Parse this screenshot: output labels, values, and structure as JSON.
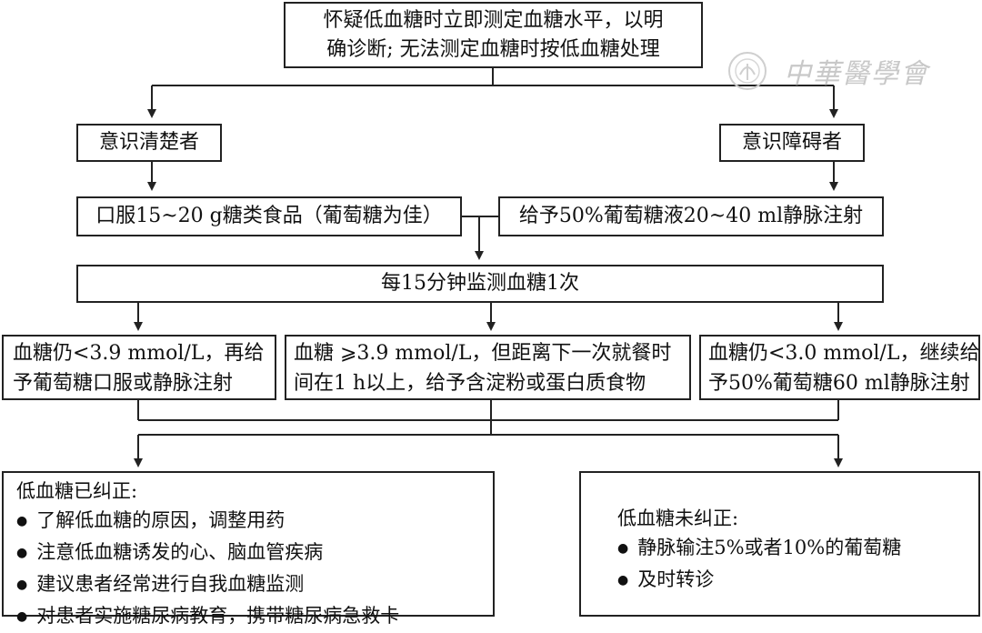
{
  "top": {
    "line1": "怀疑低血糖时立即测定血糖水平，以明",
    "line2": "确诊断; 无法测定血糖时按低血糖处理"
  },
  "left_branch": {
    "label": "意识清楚者",
    "action": "口服15~20 g糖类食品（葡萄糖为佳）"
  },
  "right_branch": {
    "label": "意识障碍者",
    "action": "给予50%葡萄糖液20~40 ml静脉注射"
  },
  "monitor": "每15分钟监测血糖1次",
  "outcomes": [
    {
      "line1": "血糖仍<3.9 mmol/L，再给",
      "line2": "予葡萄糖口服或静脉注射"
    },
    {
      "line1": "血糖 ⩾3.9 mmol/L，但距离下一次就餐时",
      "line2": "间在1 h以上，给予含淀粉或蛋白质食物"
    },
    {
      "line1": "血糖仍<3.0 mmol/L，继续给",
      "line2": "予50%葡萄糖60 ml静脉注射"
    }
  ],
  "corrected": {
    "title": "低血糖已纠正:",
    "items": [
      "了解低血糖的原因，调整用药",
      "注意低血糖诱发的心、脑血管疾病",
      "建议患者经常进行自我血糖监测",
      "对患者实施糖尿病教育，携带糖尿病急救卡"
    ]
  },
  "not_corrected": {
    "title": "低血糖未纠正:",
    "items": [
      "静脉输注5%或者10%的葡萄糖",
      "及时转诊"
    ]
  },
  "watermark": {
    "text": "中華醫學會",
    "icon": "seal-logo-icon"
  }
}
